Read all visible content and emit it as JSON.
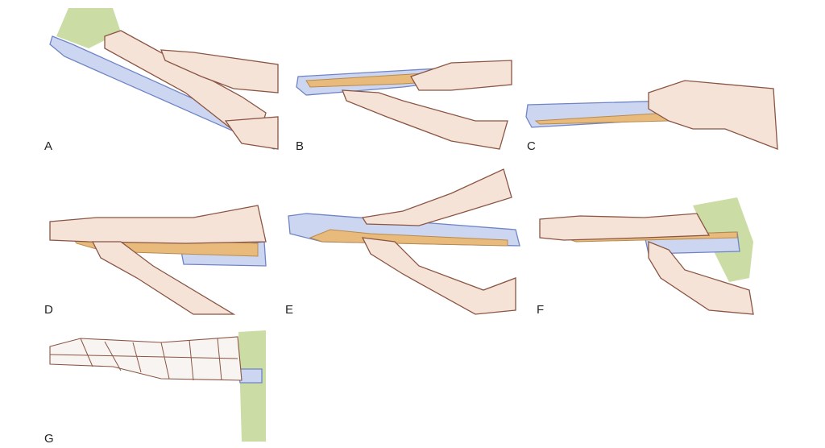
{
  "panels": [
    {
      "label": "A"
    },
    {
      "label": "B"
    },
    {
      "label": "C"
    },
    {
      "label": "D"
    },
    {
      "label": "E"
    },
    {
      "label": "F"
    },
    {
      "label": "G"
    }
  ],
  "colors": {
    "skin": "#f6e3d8",
    "outline": "#8a5543",
    "splint": "#cdd6f0",
    "padding": "#e8bb7c",
    "sleeve": "#cbdca4"
  }
}
